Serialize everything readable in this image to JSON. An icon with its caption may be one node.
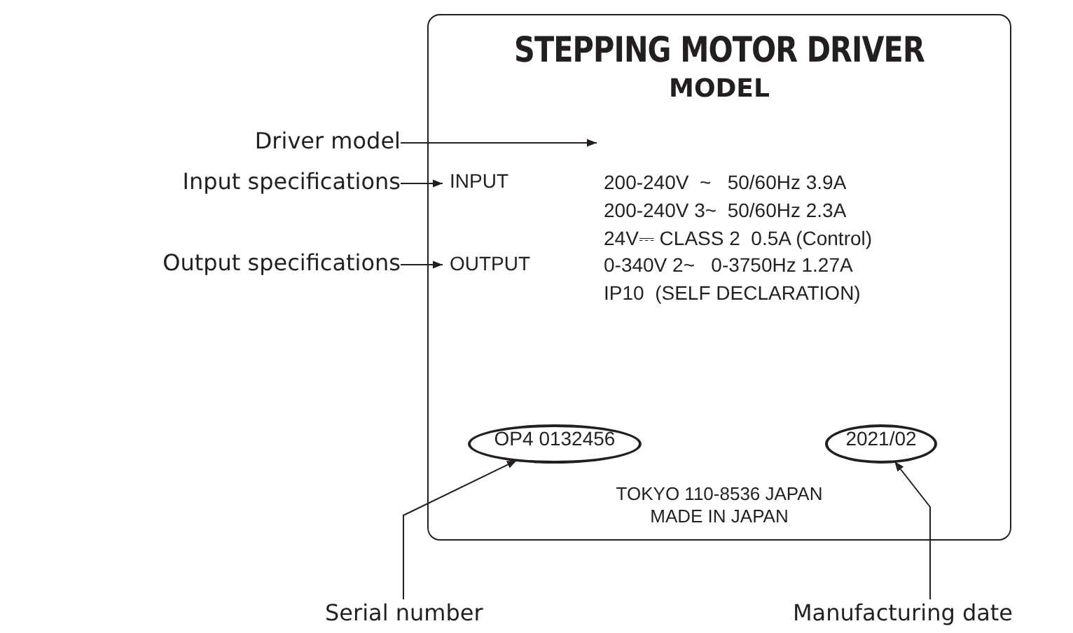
{
  "diagram": {
    "nodes": [
      {
        "text": [
          "STEPPING MOTOR DRIVER",
          "MODEL",
          "200-240V  ~   50/60Hz 3.9A",
          "200-240V 3~  50/60Hz 2.3A",
          "24V⎓ CLASS 2  0.5A (Control)",
          "0-340V 2~   0-3750Hz 1.27A",
          "IP10  (SELF DECLARATION)",
          "TOKYO 110-8536 JAPAN",
          "MADE IN JAPAN"
        ]
      },
      {
        "text": [
          "INPUT"
        ],
        "in": 0
      },
      {
        "text": [
          "OUTPUT"
        ],
        "in": 0
      },
      {
        "text": [
          "OP4 0132456"
        ],
        "in": 0
      },
      {
        "text": [
          "2021/02"
        ],
        "in": 0
      },
      {
        "text": [
          "Driver model"
        ]
      },
      {
        "text": [
          "Input specifications"
        ]
      },
      {
        "text": [
          "Output specifications"
        ]
      },
      {
        "text": [
          "Serial number"
        ]
      },
      {
        "text": [
          "Manufacturing date"
        ]
      }
    ],
    "edges": [
      {
        "from": 5,
        "to": null,
        "arrow": "to"
      },
      {
        "from": 6,
        "to": 1,
        "arrow": "to"
      },
      {
        "from": 7,
        "to": 2,
        "arrow": "to"
      },
      {
        "from": 8,
        "to": 3,
        "arrow": "to"
      },
      {
        "from": 9,
        "to": 4,
        "arrow": "to"
      }
    ]
  }
}
